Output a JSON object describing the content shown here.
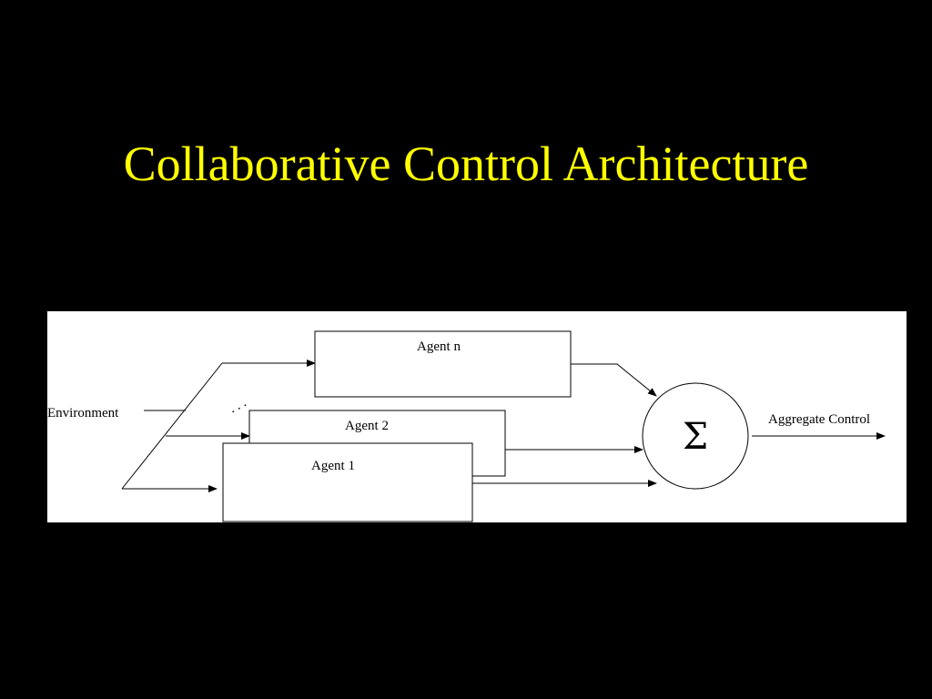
{
  "slide": {
    "title": "Collaborative Control Architecture",
    "title_color": "#ffff00",
    "background_color": "#000000"
  },
  "diagram": {
    "environment_label": "Environment",
    "agents": [
      {
        "label": "Agent n"
      },
      {
        "label": "Agent 2"
      },
      {
        "label": "Agent 1"
      }
    ],
    "ellipsis": ". . .",
    "summation_symbol": "Σ",
    "output_label": "Aggregate Control"
  }
}
